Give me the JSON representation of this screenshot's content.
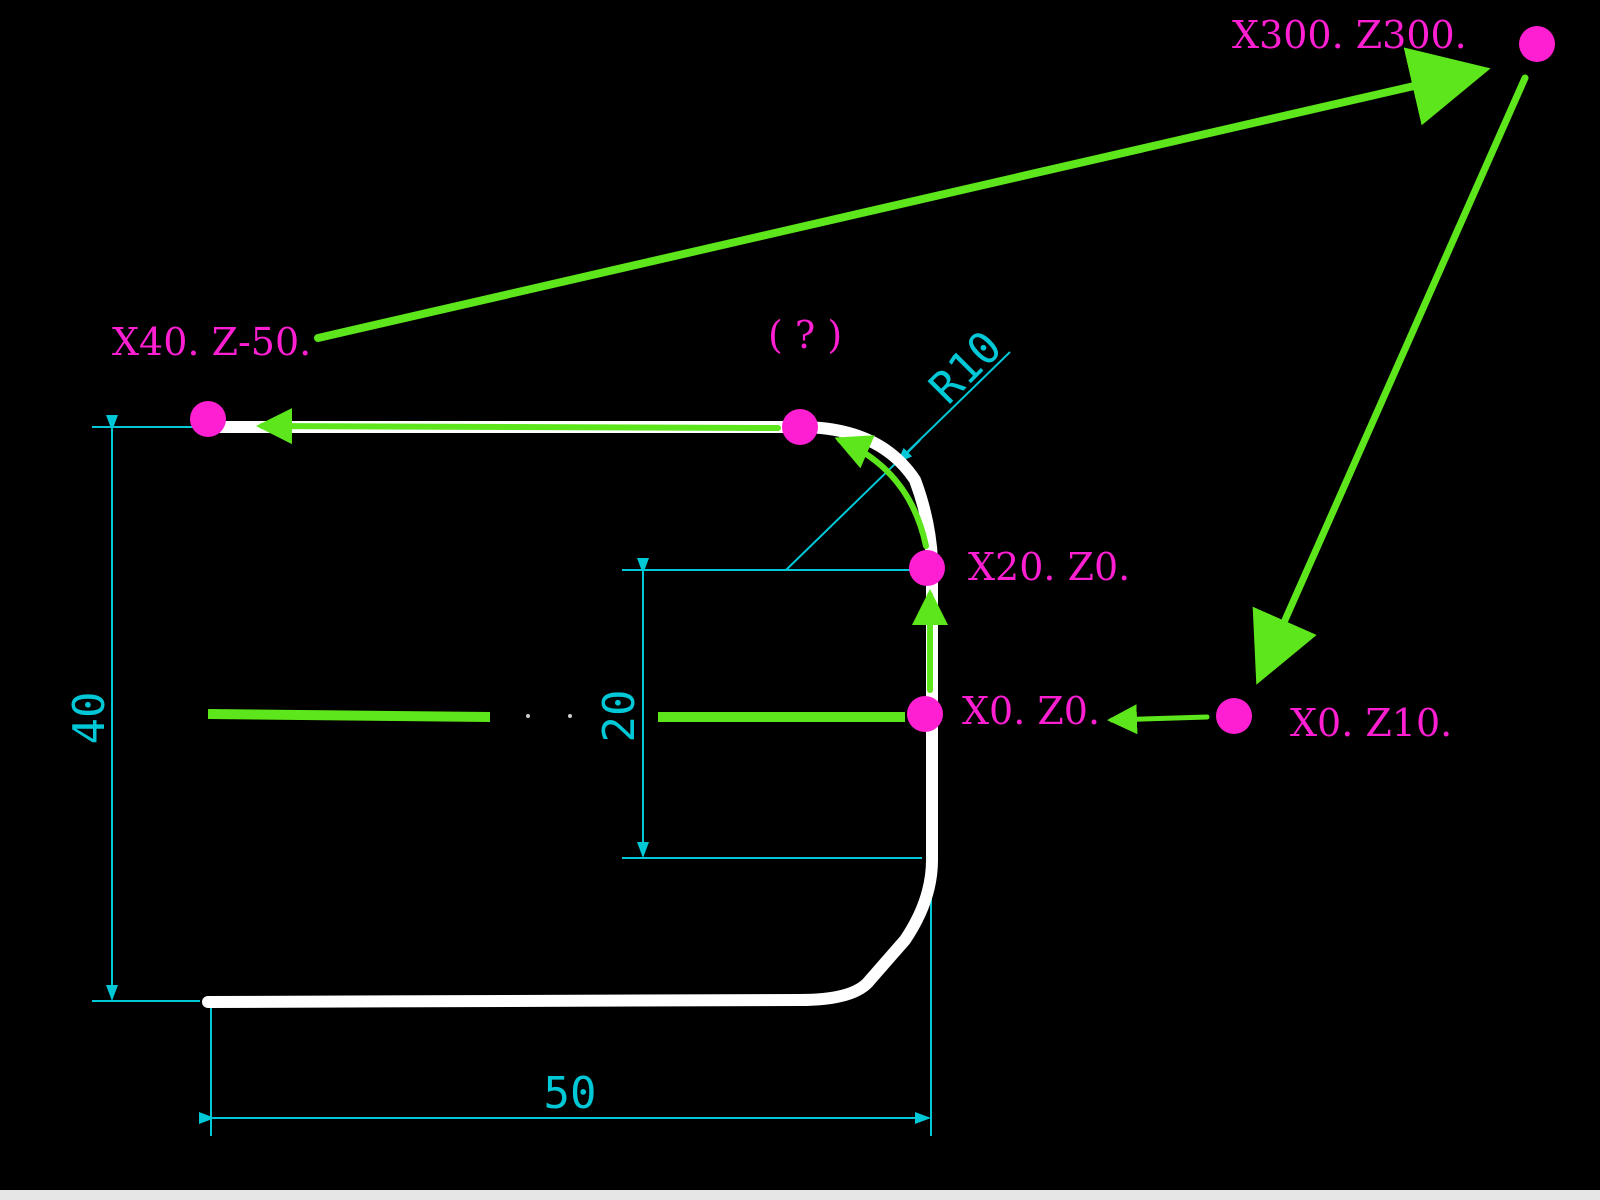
{
  "colors": {
    "background": "#000000",
    "profile": "#ffffff",
    "toolpath": "#5ee61c",
    "dimension": "#00c8d6",
    "point": "#ff1fd2"
  },
  "points": {
    "p_300": "X300. Z300.",
    "p_40_50": "X40. Z-50.",
    "p_unknown": "( ? )",
    "p_20_0": "X20. Z0.",
    "p_0_0": "X0. Z0.",
    "p_0_10": "X0. Z10."
  },
  "dimensions": {
    "radius": "R10",
    "height_40": "40",
    "height_20": "20",
    "length_50": "50"
  }
}
